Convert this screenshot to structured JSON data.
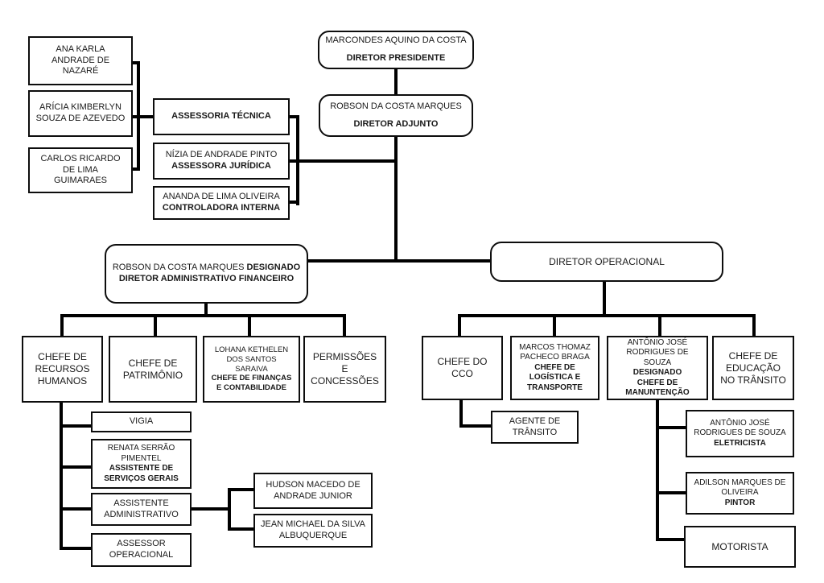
{
  "diagram": {
    "type": "org-chart",
    "background_color": "#ffffff",
    "line_color": "#000000",
    "box_border_color": "#0d0d0d",
    "text_color": "#1a1a1a"
  },
  "nodes": {
    "diretor_presidente": {
      "name": "MARCONDES AQUINO DA COSTA",
      "title": "DIRETOR PRESIDENTE"
    },
    "diretor_adjunto": {
      "name": "ROBSON DA COSTA MARQUES",
      "title": "DIRETOR ADJUNTO"
    },
    "ana_karla": {
      "name": "ANA KARLA ANDRADE DE NAZARÉ"
    },
    "aricia": {
      "name": "ARÍCIA KIMBERLYN SOUZA DE AZEVEDO"
    },
    "carlos": {
      "name": "CARLOS RICARDO DE LIMA GUIMARAES"
    },
    "assessoria_tecnica": {
      "title": "ASSESSORIA TÉCNICA"
    },
    "assessora_juridica": {
      "name": "NÍZIA DE ANDRADE PINTO",
      "title": "ASSESSORA JURÍDICA"
    },
    "controladora_interna": {
      "name": "ANANDA DE LIMA OLIVEIRA",
      "title": "CONTROLADORA INTERNA"
    },
    "diretor_adm_financeiro": {
      "name": "ROBSON DA COSTA MARQUES",
      "title": "DESIGNADO DIRETOR ADMINISTRATIVO FINANCEIRO"
    },
    "diretor_operacional": {
      "name": "DIRETOR OPERACIONAL"
    },
    "chefe_rh": {
      "name": "CHEFE DE RECURSOS HUMANOS"
    },
    "chefe_patrimonio": {
      "name": "CHEFE DE PATRIMÔNIO"
    },
    "chefe_financas": {
      "name": "LOHANA KETHELEN DOS SANTOS SARAIVA",
      "title": "CHEFE DE FINANÇAS E CONTABILIDADE"
    },
    "permissoes": {
      "name": "PERMISSÕES E CONCESSÕES"
    },
    "vigia": {
      "name": "VIGIA"
    },
    "assistente_servicos": {
      "name": "RENATA SERRÃO PIMENTEL",
      "title": "ASSISTENTE DE SERVIÇOS GERAIS"
    },
    "assistente_adm": {
      "name": "ASSISTENTE ADMINISTRATIVO"
    },
    "assessor_operacional": {
      "name": "ASSESSOR OPERACIONAL"
    },
    "hudson": {
      "name": "HUDSON MACEDO DE ANDRADE JUNIOR"
    },
    "jean": {
      "name": "JEAN MICHAEL DA SILVA ALBUQUERQUE"
    },
    "chefe_cco": {
      "name": "CHEFE DO CCO"
    },
    "chefe_logistica": {
      "name": "MARCOS THOMAZ PACHECO BRAGA",
      "title": "CHEFE DE LOGÍSTICA E TRANSPORTE"
    },
    "chefe_manutencao": {
      "name": "ANTÔNIO JOSÉ RODRIGUES DE SOUZA",
      "title": "DESIGNADO CHEFE DE MANUNTENÇÃO"
    },
    "chefe_educacao": {
      "name": "CHEFE DE EDUCAÇÃO NO TRÂNSITO"
    },
    "agente_transito": {
      "name": "AGENTE DE TRÂNSITO"
    },
    "eletricista": {
      "name": "ANTÔNIO JOSÉ RODRIGUES DE SOUZA",
      "title": "ELETRICISTA"
    },
    "pintor": {
      "name": "ADILSON MARQUES DE OLIVEIRA",
      "title": "PINTOR"
    },
    "motorista": {
      "name": "MOTORISTA"
    }
  }
}
